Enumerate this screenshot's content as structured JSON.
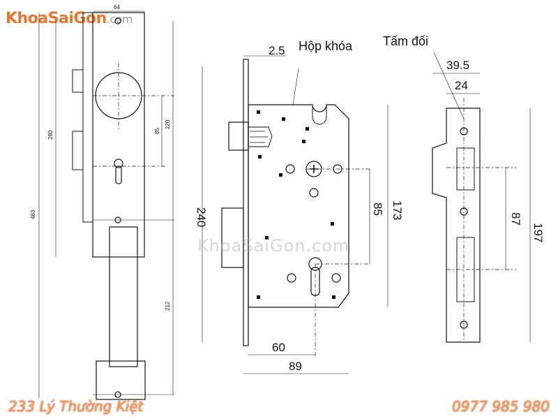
{
  "brand": {
    "name": "KhoaSaiGon",
    "domain": ".com"
  },
  "watermark": "KhoaSaiGon.com",
  "footer": {
    "address": "233 Lý Thường Kiệt",
    "phone": "0977 985 980"
  },
  "labels": {
    "lock_box": "Hộp khóa",
    "strike_plate": "Tấm đối"
  },
  "dims_left": {
    "width": "64",
    "overall": "463",
    "upper": "280",
    "mid": "220",
    "cyl": "85",
    "lower": "212"
  },
  "dims_body": {
    "faceplate": "2.5",
    "height": "240",
    "center": "85",
    "total": "173",
    "backset": "60",
    "depth": "89"
  },
  "dims_strike": {
    "w1": "39.5",
    "w2": "24",
    "holes": "87",
    "height": "197"
  },
  "colors": {
    "brand": "#e8762b",
    "line": "#111111"
  }
}
